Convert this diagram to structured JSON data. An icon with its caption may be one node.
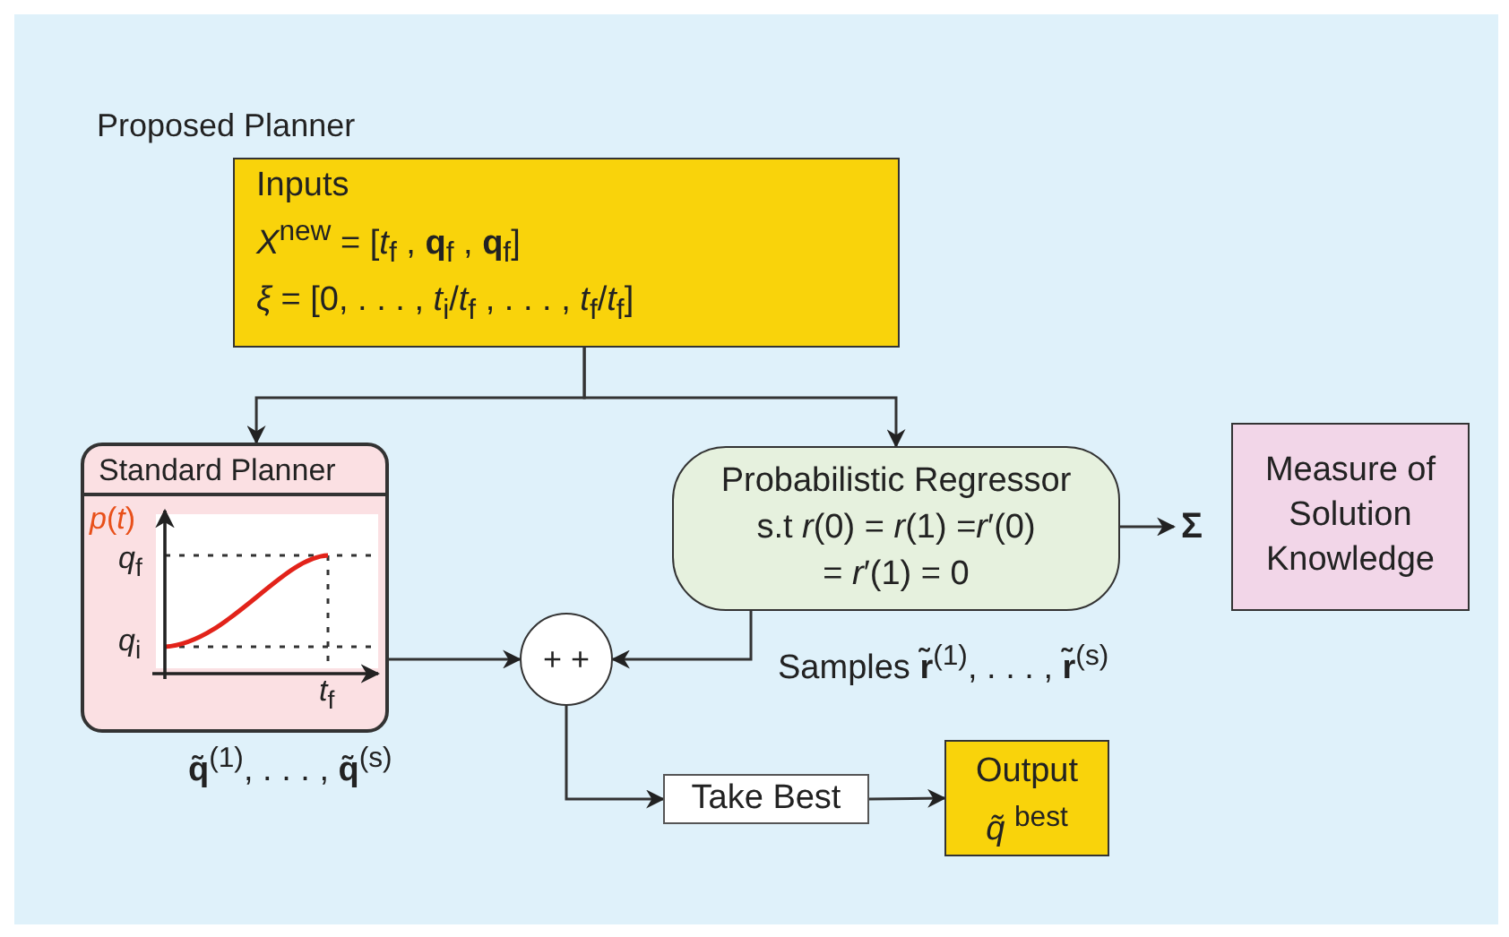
{
  "diagram": {
    "nodes": [
      {
        "text": [
          "Inputs",
          "*X*$^{new}$ = [*t*$_{f}$ , **q**$_{f}$ , **q**$_{f}$]",
          "*ξ* = [0, . . . , *t*$_{i}$/*t*$_{f}$ , . . . , *t*$_{f}$/*t*$_{f}$]"
        ]
      },
      {
        "text": [
          "Standard Planner"
        ],
        "beside": [
          "**q̃**$^{(1)}$, . . . , **q̃**$^{(s)}$"
        ]
      },
      {
        "text": [
          "Probabilistic Regressor",
          "s.t *r*(0) = *r*(1) =*r*′(0) = *r*′(1) = 0"
        ]
      },
      {
        "text": [
          "Σ"
        ]
      },
      {
        "text": [
          "Measure of Solution Knowledge"
        ]
      },
      {
        "text": [
          "+ +"
        ]
      },
      {
        "text": [
          "Take Best"
        ]
      },
      {
        "text": [
          "Output",
          "*q̃* $^{best}$"
        ]
      }
    ],
    "edges": [
      {
        "from": 0,
        "to": 1,
        "arrow": "to"
      },
      {
        "from": 0,
        "to": 2,
        "arrow": "to"
      },
      {
        "from": 1,
        "to": 5,
        "arrow": "to"
      },
      {
        "from": 2,
        "to": 5,
        "arrow": "to",
        "label": "Samples **r̃**$^{(1)}$, . . . , **r̃**$^{(s)}$"
      },
      {
        "from": 2,
        "to": 3,
        "arrow": "to"
      },
      {
        "from": 5,
        "to": 6,
        "arrow": "to"
      },
      {
        "from": 6,
        "to": 7,
        "arrow": "to"
      }
    ],
    "labels": [
      "Proposed Planner",
      "*p*(*t*)",
      "*q*$_{f}$",
      "*q*$_{i}$",
      "*t*$_{f}$"
    ]
  }
}
